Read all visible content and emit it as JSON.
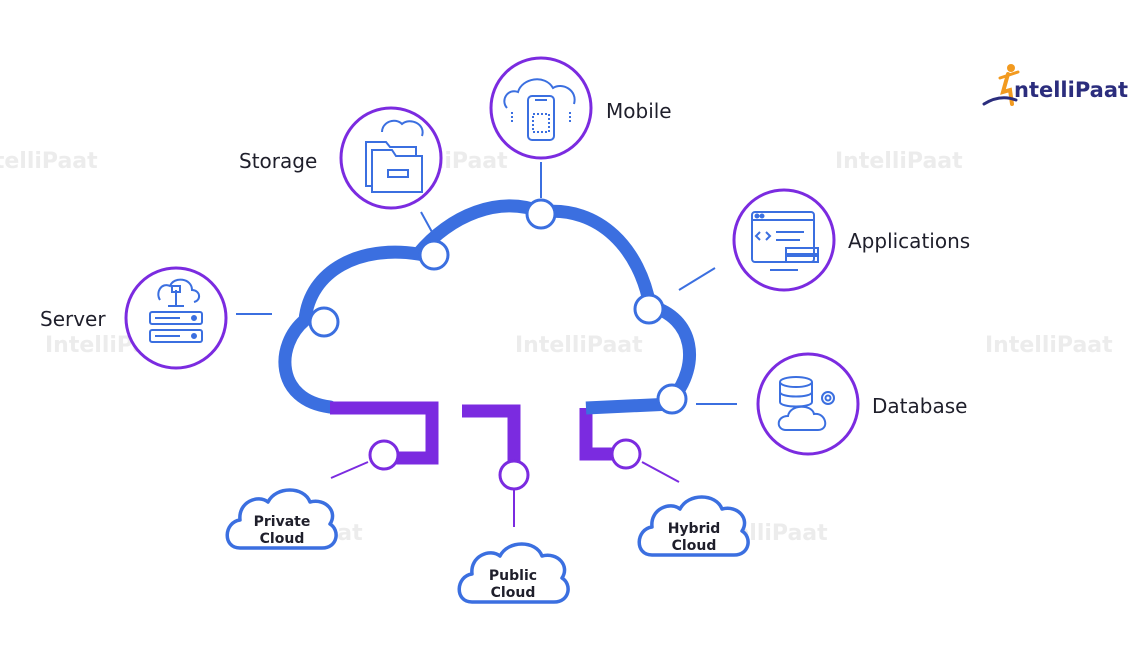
{
  "brand": {
    "name": "IntelliPaat",
    "text_after_i": "ntelliPaat",
    "color_primary": "#2b2d7d",
    "color_accent": "#f29a1f"
  },
  "watermark_text": "IntelliPaat",
  "colors": {
    "cloud_blue": "#3b6fe0",
    "purple": "#7b2be0",
    "connector_line": "#3b6fe0"
  },
  "services": {
    "mobile": {
      "label": "Mobile",
      "icon": "mobile-cloud-icon"
    },
    "storage": {
      "label": "Storage",
      "icon": "folder-cloud-icon"
    },
    "applications": {
      "label": "Applications",
      "icon": "code-window-icon"
    },
    "server": {
      "label": "Server",
      "icon": "server-cloud-icon"
    },
    "database": {
      "label": "Database",
      "icon": "database-cloud-icon"
    }
  },
  "cloud_types": {
    "private": {
      "line1": "Private",
      "line2": "Cloud"
    },
    "public": {
      "line1": "Public",
      "line2": "Cloud"
    },
    "hybrid": {
      "line1": "Hybrid",
      "line2": "Cloud"
    }
  }
}
